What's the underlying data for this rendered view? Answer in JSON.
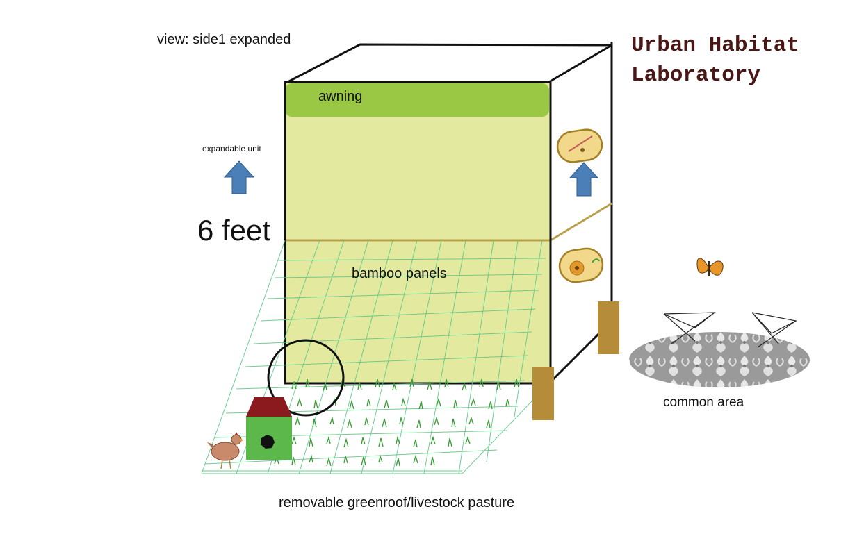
{
  "view_label": "view: side1 expanded",
  "title": {
    "line1": "Urban Habitat",
    "line2": "Laboratory",
    "color": "#4a1616"
  },
  "labels": {
    "expandable_unit": "expandable unit",
    "height": "6 feet",
    "awning": "awning",
    "bamboo_panels": "bamboo panels",
    "common_area": "common area",
    "pasture": "removable greenroof/livestock pasture"
  },
  "colors": {
    "awning": "#9ac845",
    "panel": "#e3eaa0",
    "divider": "#b8a04a",
    "net": "#5fc886",
    "grass": "#3e9e3a",
    "post": "#b58d3a",
    "arrow": "#4a7fb8",
    "coop_roof": "#8b1a1f",
    "coop_body": "#5cb84a"
  }
}
